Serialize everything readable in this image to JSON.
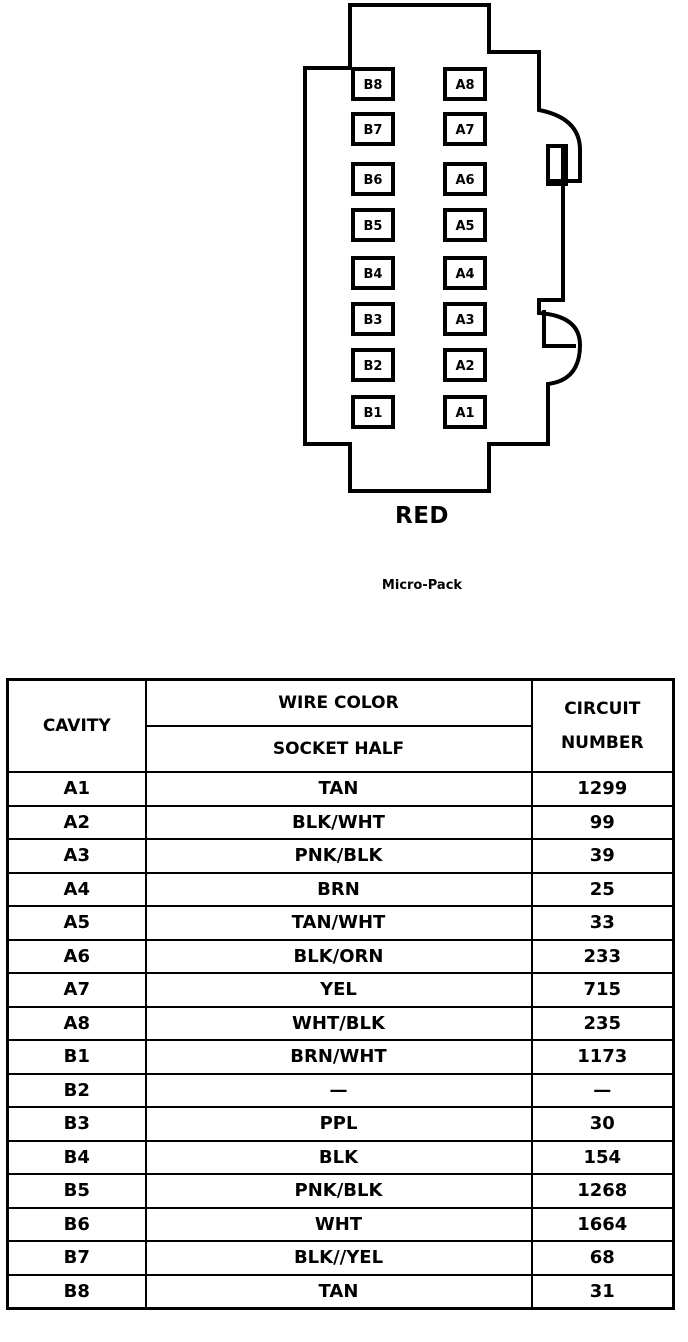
{
  "connector": {
    "color_label": "RED",
    "type_label": "Micro-Pack",
    "pins_left": [
      "B8",
      "B7",
      "B6",
      "B5",
      "B4",
      "B3",
      "B2",
      "B1"
    ],
    "pins_right": [
      "A8",
      "A7",
      "A6",
      "A5",
      "A4",
      "A3",
      "A2",
      "A1"
    ]
  },
  "table": {
    "headers": {
      "cavity": "CAVITY",
      "wire_color": "WIRE COLOR",
      "socket_half": "SOCKET HALF",
      "circuit_number": "CIRCUIT NUMBER"
    },
    "rows": [
      {
        "cavity": "A1",
        "wire_color": "TAN",
        "circuit": "1299"
      },
      {
        "cavity": "A2",
        "wire_color": "BLK/WHT",
        "circuit": "99"
      },
      {
        "cavity": "A3",
        "wire_color": "PNK/BLK",
        "circuit": "39"
      },
      {
        "cavity": "A4",
        "wire_color": "BRN",
        "circuit": "25"
      },
      {
        "cavity": "A5",
        "wire_color": "TAN/WHT",
        "circuit": "33"
      },
      {
        "cavity": "A6",
        "wire_color": "BLK/ORN",
        "circuit": "233"
      },
      {
        "cavity": "A7",
        "wire_color": "YEL",
        "circuit": "715"
      },
      {
        "cavity": "A8",
        "wire_color": "WHT/BLK",
        "circuit": "235"
      },
      {
        "cavity": "B1",
        "wire_color": "BRN/WHT",
        "circuit": "1173"
      },
      {
        "cavity": "B2",
        "wire_color": "—",
        "circuit": "—"
      },
      {
        "cavity": "B3",
        "wire_color": "PPL",
        "circuit": "30"
      },
      {
        "cavity": "B4",
        "wire_color": "BLK",
        "circuit": "154"
      },
      {
        "cavity": "B5",
        "wire_color": "PNK/BLK",
        "circuit": "1268"
      },
      {
        "cavity": "B6",
        "wire_color": "WHT",
        "circuit": "1664"
      },
      {
        "cavity": "B7",
        "wire_color": "BLK//YEL",
        "circuit": "68"
      },
      {
        "cavity": "B8",
        "wire_color": "TAN",
        "circuit": "31"
      }
    ]
  }
}
